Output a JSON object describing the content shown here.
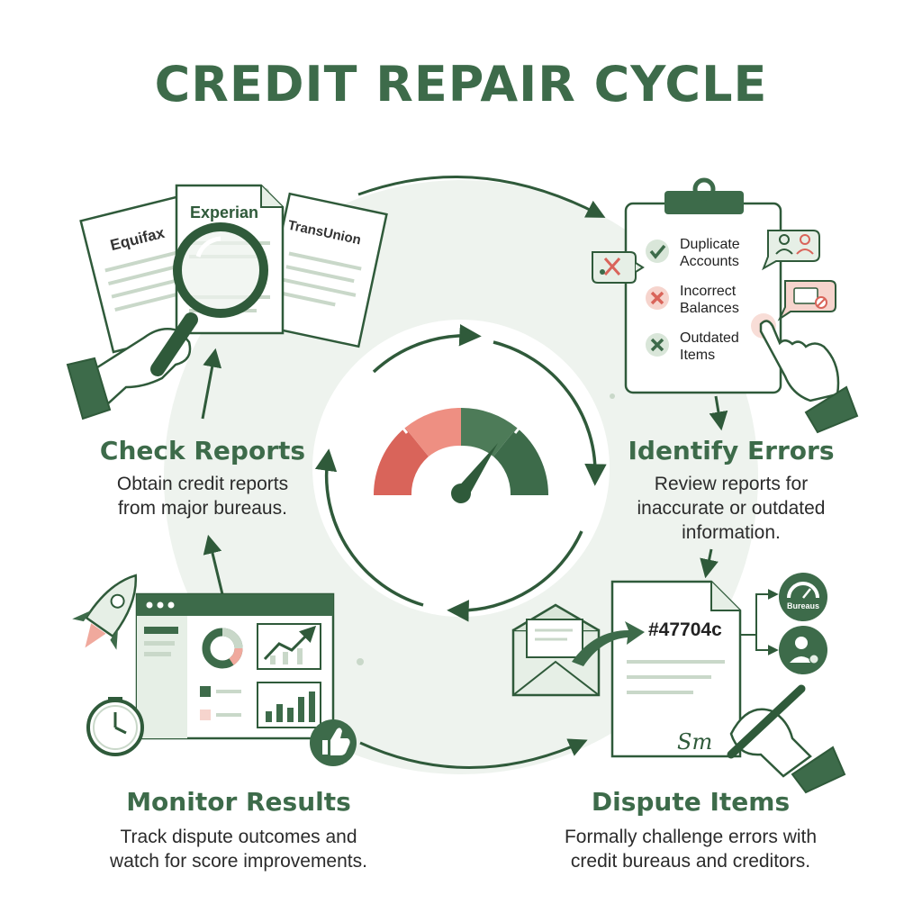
{
  "title": "CREDIT REPAIR CYCLE",
  "colors": {
    "primary": "#3d6b4a",
    "light_green": "#e6efe6",
    "red": "#d9645a",
    "salmon": "#f0a99d",
    "grey_line": "#c9d8c9"
  },
  "steps": [
    {
      "id": "check-reports",
      "title": "Check Reports",
      "desc_lines": [
        "Obtain credit reports",
        "from major bureaus."
      ],
      "bureaus": [
        "Equifax",
        "Experian",
        "TransUnion"
      ],
      "icons": [
        "magnifying-glass-icon",
        "hand-icon",
        "document-icon"
      ]
    },
    {
      "id": "identify-errors",
      "title": "Identify Errors",
      "desc_lines": [
        "Review reports for",
        "inaccurate or outdated",
        "information."
      ],
      "checklist": [
        {
          "line1": "Duplicate",
          "line2": "Accounts",
          "status": "check"
        },
        {
          "line1": "Incorrect",
          "line2": "Balances",
          "status": "cross"
        },
        {
          "line1": "Outdated",
          "line2": "Items",
          "status": "cross"
        }
      ],
      "icons": [
        "clipboard-icon",
        "pointing-hand-icon",
        "users-icon",
        "card-blocked-icon",
        "flag-icon"
      ]
    },
    {
      "id": "dispute-items",
      "title": "Dispute Items",
      "desc_lines": [
        "Formally challenge errors with",
        "credit bureaus and creditors."
      ],
      "reference": "#47704c",
      "bureau_badge": "Bureaus",
      "signature": "Sm",
      "icons": [
        "envelope-icon",
        "pen-icon",
        "gauge-icon",
        "person-icon"
      ]
    },
    {
      "id": "monitor-results",
      "title": "Monitor Results",
      "desc_lines": [
        "Track dispute outcomes and",
        "watch for score improvements."
      ],
      "icons": [
        "rocket-icon",
        "clock-icon",
        "thumbs-up-icon",
        "dashboard-icon"
      ]
    }
  ],
  "center": {
    "icon": "credit-score-gauge-icon",
    "gauge_levels": [
      "poor",
      "fair",
      "good",
      "excellent"
    ]
  }
}
